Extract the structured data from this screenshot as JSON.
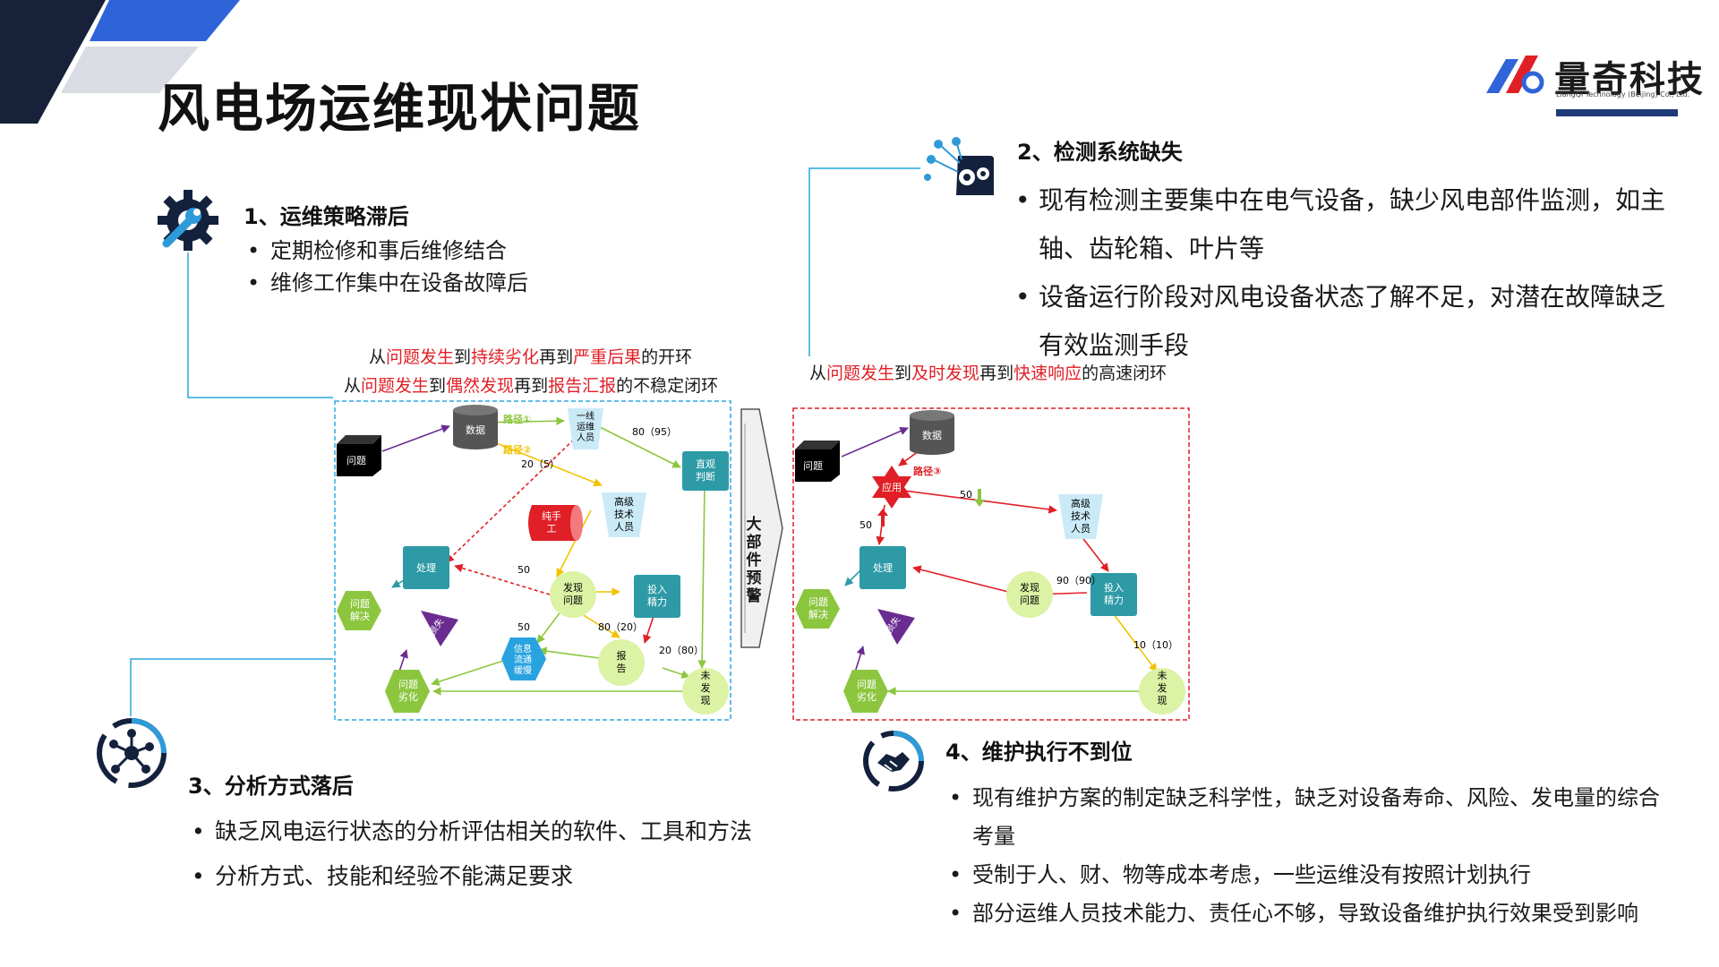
{
  "title": "风电场运维现状问题",
  "logo": {
    "name": "量奇科技",
    "subtitle": "LiangQi Technology (Beijing) Co., Ltd."
  },
  "section1": {
    "heading": "1、运维策略滞后",
    "bullets": [
      "定期检修和事后维修结合",
      "维修工作集中在设备故障后"
    ]
  },
  "section2": {
    "heading": "2、检测系统缺失",
    "bullets": [
      "现有检测主要集中在电气设备，缺少风电部件监测，如主",
      "轴、齿轮箱、叶片等",
      "设备运行阶段对风电设备状态了解不足，对潜在故障缺乏",
      "有效监测手段"
    ]
  },
  "section3": {
    "heading": "3、分析方式落后",
    "bullets": [
      "缺乏风电运行状态的分析评估相关的软件、工具和方法",
      "分析方式、技能和经验不能满足要求"
    ]
  },
  "section4": {
    "heading": "4、维护执行不到位",
    "bullets": [
      "现有维护方案的制定缺乏科学性，缺乏对设备寿命、风险、发电量的综合",
      "考量",
      "受制于人、财、物等成本考虑，一些运维没有按照计划执行",
      "部分运维人员技术能力、责任心不够，导致设备维护执行效果受到影响"
    ]
  },
  "captions": {
    "left1": {
      "p1": "从",
      "p2": "问题发生",
      "p3": "到",
      "p4": "持续劣化",
      "p5": "再到",
      "p6": "严重后果",
      "p7": "的开环"
    },
    "left2": {
      "p1": "从",
      "p2": "问题发生",
      "p3": "到",
      "p4": "偶然发现",
      "p5": "再到",
      "p6": "报告汇报",
      "p7": "的不稳定闭环"
    },
    "right": {
      "p1": "从",
      "p2": "问题发生",
      "p3": "到",
      "p4": "及时发现",
      "p5": "再到",
      "p6": "快速响应",
      "p7": "的高速闭环"
    }
  },
  "center_arrow": [
    "大",
    "部",
    "件",
    "预",
    "警"
  ],
  "left_diagram": {
    "nodes": {
      "problem": "问题",
      "data": "数据",
      "frontline": [
        "一线",
        "运维",
        "人员"
      ],
      "direct": [
        "直观",
        "判断"
      ],
      "manual": [
        "纯手",
        "工"
      ],
      "senior": [
        "高级",
        "技术",
        "人员"
      ],
      "handle": "处理",
      "solve": [
        "问题",
        "解决"
      ],
      "discover": [
        "发现",
        "问题"
      ],
      "invest": [
        "投入",
        "精力"
      ],
      "loss": "损失",
      "info": [
        "信息",
        "流通",
        "缓慢"
      ],
      "report": [
        "报",
        "告"
      ],
      "worsen": [
        "问题",
        "劣化"
      ],
      "undiscovered": [
        "未",
        "发",
        "现"
      ]
    },
    "labels": {
      "path1": "路径①",
      "path2": "路径②",
      "e8095": "80（95）",
      "e205": "20（5）",
      "e50a": "50",
      "e50b": "50",
      "e8020": "80（20）",
      "e2080": "20（80）"
    }
  },
  "right_diagram": {
    "nodes": {
      "problem": "问题",
      "data": "数据",
      "apply": "应用",
      "senior": [
        "高级",
        "技术",
        "人员"
      ],
      "handle": "处理",
      "solve": [
        "问题",
        "解决"
      ],
      "discover": [
        "发现",
        "问题"
      ],
      "invest": [
        "投入",
        "精力"
      ],
      "loss": "损失",
      "worsen": [
        "问题",
        "劣化"
      ],
      "undiscovered": [
        "未",
        "发",
        "现"
      ]
    },
    "labels": {
      "path3": "路径③",
      "e50a": "50",
      "e50b": "50",
      "e9090": "90（90）",
      "e1010": "10（10）"
    }
  },
  "colors": {
    "navy": "#14213d",
    "blue": "#2f64d8",
    "teal": "#2d9aa6",
    "green": "#8cc63f",
    "lightgreen": "#dcf2a5",
    "purple": "#6a2c91",
    "red": "#e01f26",
    "accent": "#28a7e0"
  }
}
